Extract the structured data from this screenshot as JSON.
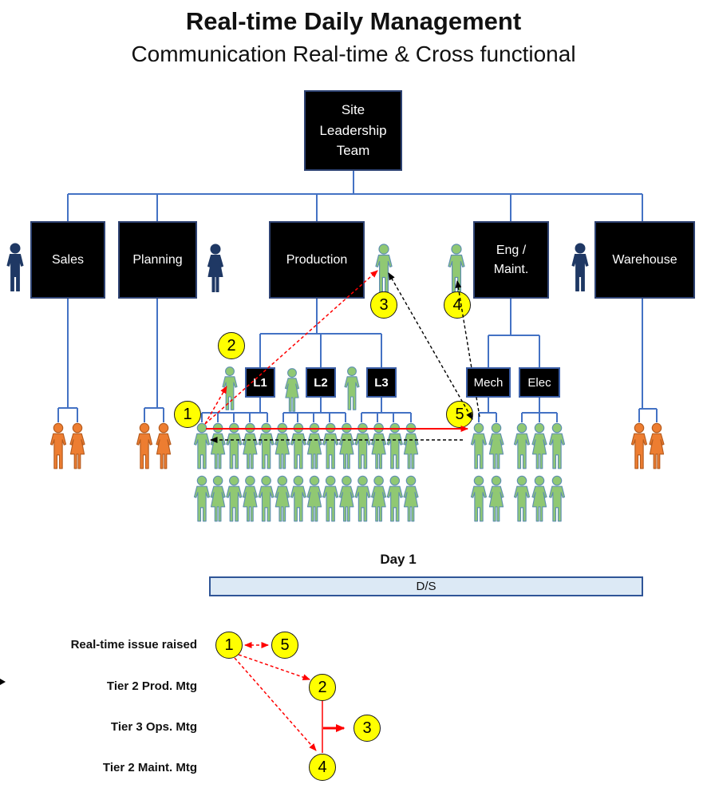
{
  "header": {
    "title": "Real-time Daily Management",
    "subtitle": "Communication Real-time & Cross functional"
  },
  "org_chart": {
    "root_label": "Site Leadership Team",
    "departments": [
      {
        "label": "Sales"
      },
      {
        "label": "Planning"
      },
      {
        "label": "Production"
      },
      {
        "label": "Eng / Maint."
      },
      {
        "label": "Warehouse"
      }
    ],
    "production_lines": [
      {
        "label": "L1"
      },
      {
        "label": "L2"
      },
      {
        "label": "L3"
      }
    ],
    "maintenance_crafts": [
      {
        "label": "Mech"
      },
      {
        "label": "Elec"
      }
    ]
  },
  "step_markers": {
    "labels": [
      "1",
      "2",
      "3",
      "4",
      "5"
    ]
  },
  "people": {
    "sales_staff": {
      "count": 2,
      "color": "orange"
    },
    "planning_staff": {
      "count": 2,
      "color": "orange"
    },
    "warehouse_staff": {
      "count": 2,
      "color": "orange"
    },
    "dept_managers_navy": {
      "count": 3,
      "color": "navy"
    },
    "production_manager_rep": {
      "count": 1,
      "color": "green"
    },
    "maintenance_manager_rep": {
      "count": 1,
      "color": "green"
    },
    "line_supervisors": {
      "count": 3,
      "color": "green"
    },
    "production_workers": {
      "rows": 2,
      "per_row": 14,
      "color": "green"
    },
    "mech_workers": {
      "rows": 2,
      "per_row": 2,
      "color": "green"
    },
    "elec_workers": {
      "rows": 2,
      "per_row": 3,
      "color": "green"
    }
  },
  "timeline": {
    "day_label": "Day 1",
    "shift_label": "D/S"
  },
  "sequence": {
    "row_labels": [
      "Real-time issue raised",
      "Tier 2 Prod. Mtg",
      "Tier 3 Ops. Mtg",
      "Tier 2 Maint. Mtg"
    ],
    "node_labels": [
      "1",
      "5",
      "2",
      "3",
      "4"
    ]
  },
  "colors": {
    "connector_blue": "#4472C4",
    "box_black": "#000000",
    "box_border_navy": "#2E4272",
    "marker_yellow": "#FFFF00",
    "arrow_red": "#FF0000",
    "arrow_black": "#000000",
    "people_green": "#90C873",
    "people_orange": "#ED7D31",
    "people_navy": "#1F3864",
    "timeline_bar_fill": "#DCE9F5",
    "timeline_bar_border": "#2F5597"
  }
}
